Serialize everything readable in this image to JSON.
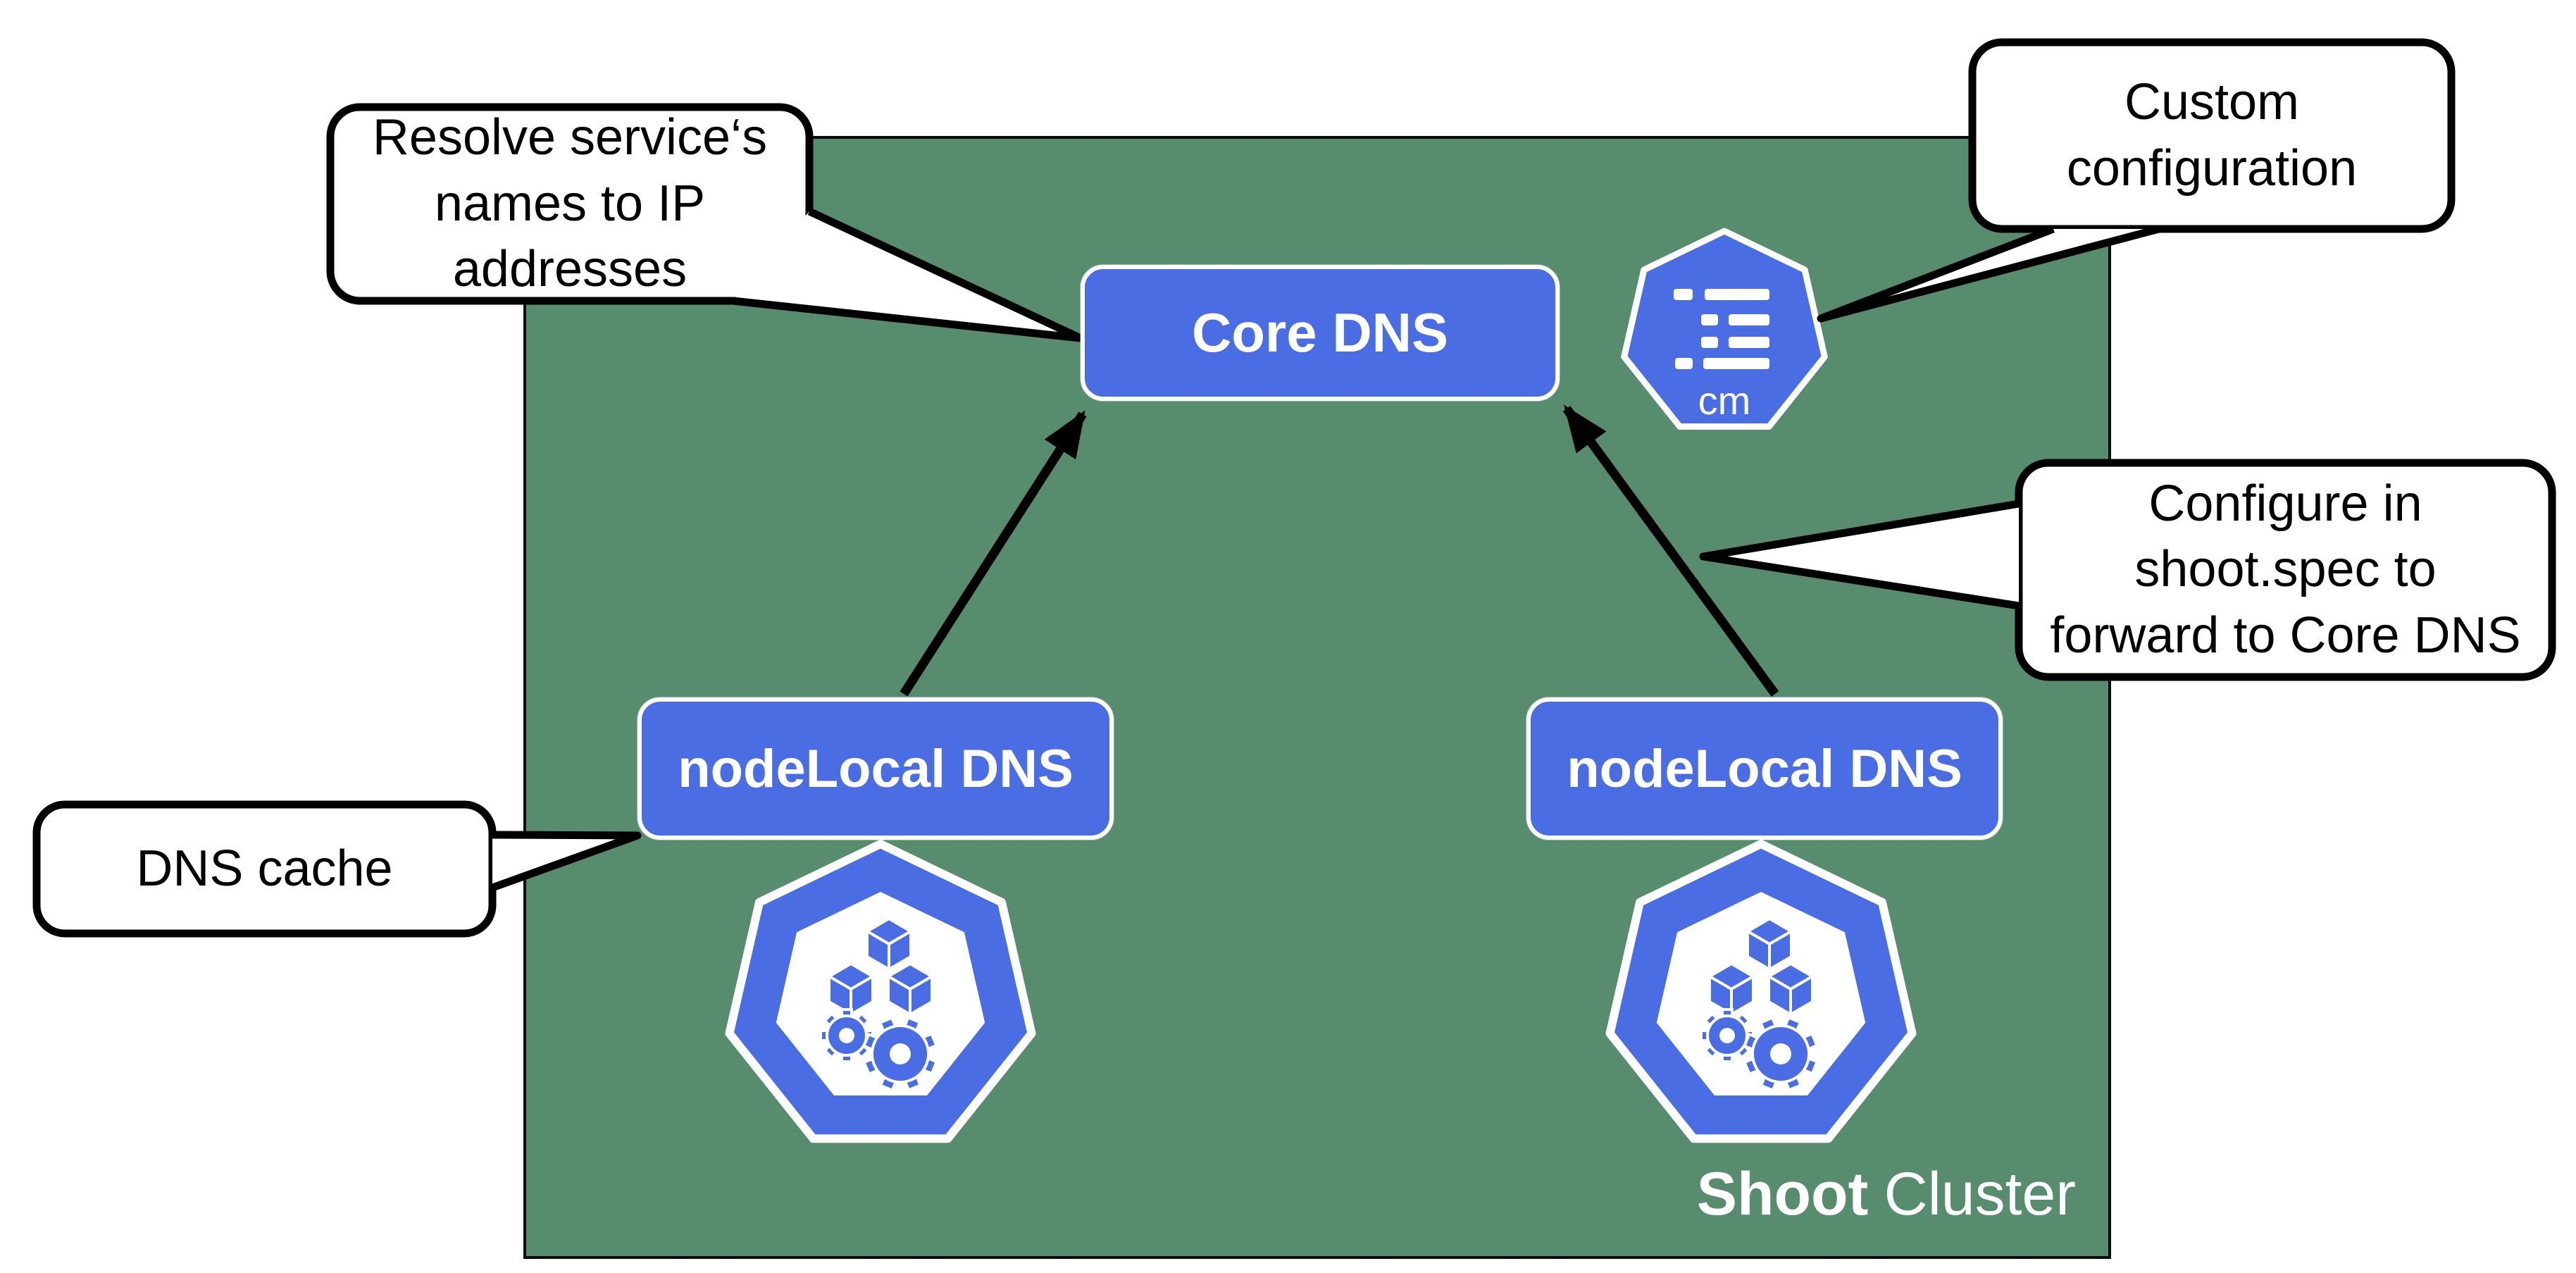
{
  "diagram": {
    "cluster": {
      "label_bold": "Shoot",
      "label_regular": "Cluster"
    },
    "nodes": {
      "core_dns": {
        "label": "Core DNS"
      },
      "nodelocal_left": {
        "label": "nodeLocal DNS"
      },
      "nodelocal_right": {
        "label": "nodeLocal DNS"
      },
      "configmap_icon": {
        "label": "cm"
      }
    },
    "icons": {
      "configmap": "configmap-heptagon-icon",
      "node_left": "kubernetes-node-heptagon-icon",
      "node_right": "kubernetes-node-heptagon-icon"
    },
    "callouts": {
      "resolve": {
        "lines": [
          "Resolve service‘s",
          "names to IP",
          "addresses"
        ]
      },
      "custom": {
        "lines": [
          "Custom",
          "configuration"
        ]
      },
      "configure": {
        "lines": [
          "Configure in",
          "shoot.spec to",
          "forward to Core DNS"
        ]
      },
      "cache": {
        "lines": [
          "DNS cache"
        ]
      }
    },
    "colors": {
      "cluster_green": "#578c6e",
      "node_blue": "#4a6de4",
      "outline_black": "#000000",
      "text_white": "#ffffff"
    }
  }
}
